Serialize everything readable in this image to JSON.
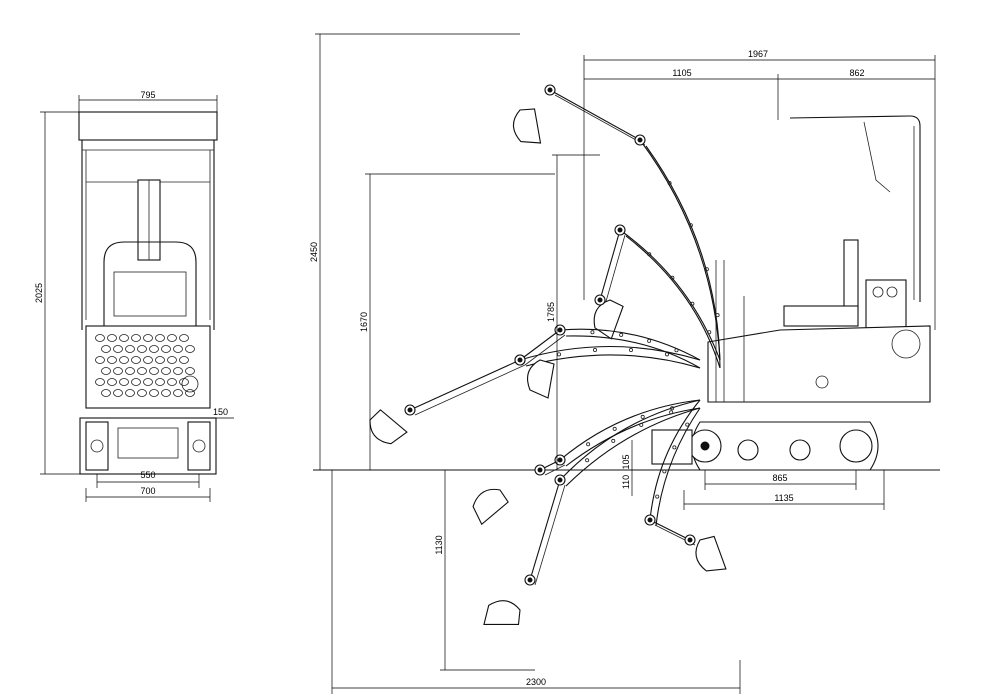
{
  "front_view": {
    "width_overall": "795",
    "height_overall": "2025",
    "track_offset": "150",
    "track_gauge": "550",
    "track_width": "700"
  },
  "side_view": {
    "max_reach_height": "2450",
    "max_dump_height": "1670",
    "boom_pivot_height": "1785",
    "body_length": "1967",
    "boom_to_cab": "1105",
    "cab_to_rear": "862",
    "max_dig_depth": "1130",
    "ground_clearance": "110",
    "blade_height": "105",
    "tumbler_distance": "865",
    "track_length": "1135",
    "max_reach": "2300"
  }
}
